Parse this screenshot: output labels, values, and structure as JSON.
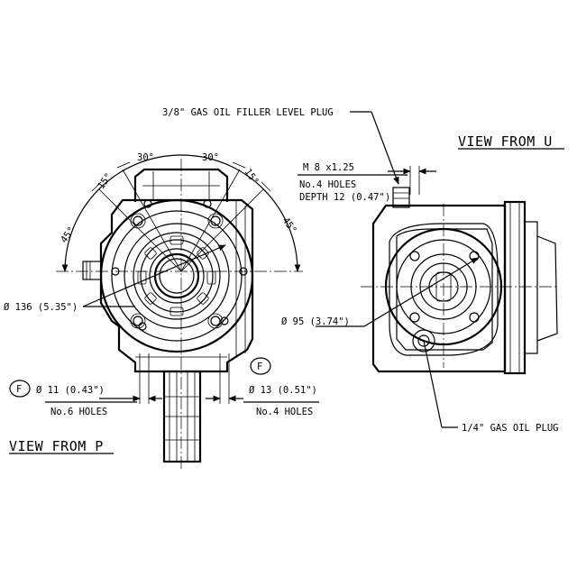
{
  "views": {
    "p": {
      "title": "VIEW FROM P",
      "angle_left_upper": "45°",
      "angle_left_small": "15°",
      "angle_top_left": "30°",
      "angle_top_right": "30°",
      "angle_right_small": "15°",
      "angle_right_upper": "45°",
      "bolt_circle": "Ø 136 (5.35\")",
      "left_holes": {
        "tag": "F",
        "diameter": "Ø 11 (0.43\")",
        "count": "No.6 HOLES"
      },
      "right_holes": {
        "tag": "F",
        "diameter": "Ø 13 (0.51\")",
        "count": "No.4 HOLES"
      }
    },
    "u": {
      "title": "VIEW FROM U",
      "filler_plug": "3/8\" GAS OIL FILLER LEVEL PLUG",
      "thread": "M 8 x1.25",
      "thread_holes": "No.4 HOLES",
      "thread_depth": "DEPTH 12 (0.47\")",
      "bolt_circle": "Ø 95 (3.74\")",
      "oil_plug": "1/4\" GAS OIL PLUG"
    }
  }
}
